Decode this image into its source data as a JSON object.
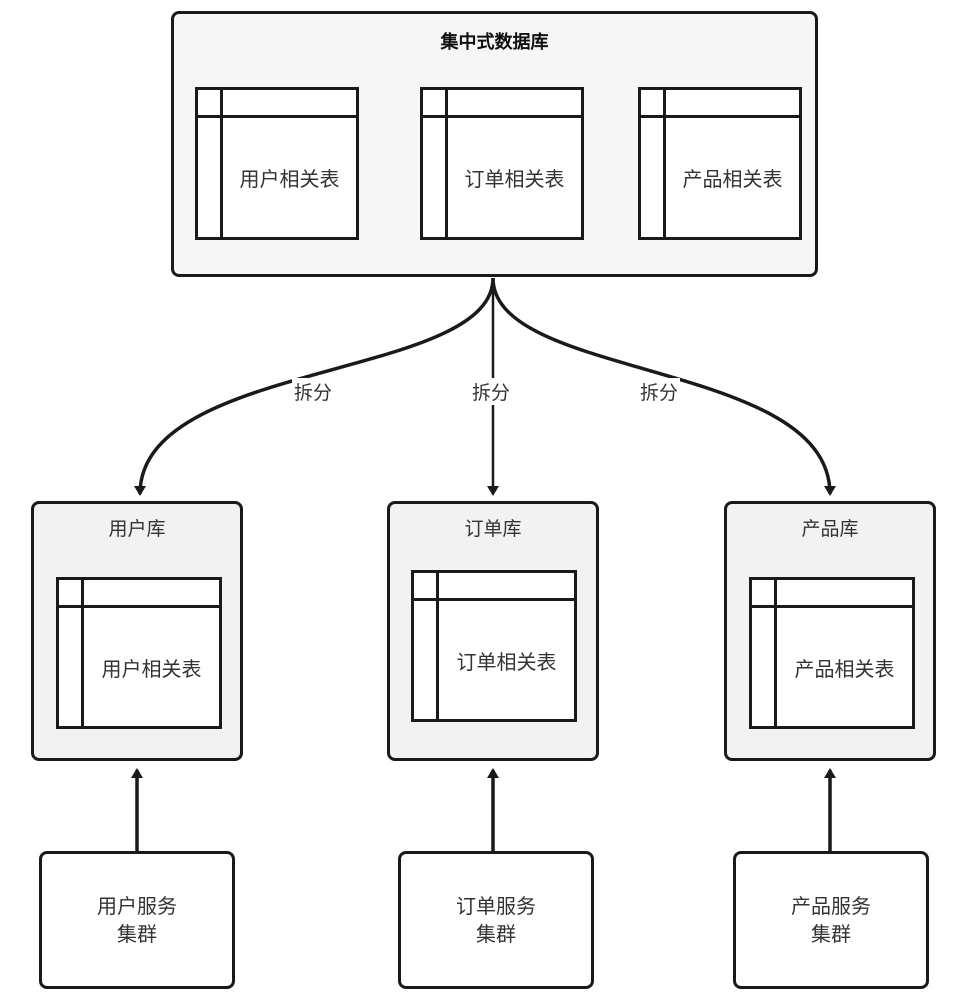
{
  "central_db": {
    "title": "集中式数据库",
    "tables": [
      {
        "label": "用户相关表"
      },
      {
        "label": "订单相关表"
      },
      {
        "label": "产品相关表"
      }
    ]
  },
  "split_edges": [
    {
      "label": "拆分",
      "target": "用户库"
    },
    {
      "label": "拆分",
      "target": "订单库"
    },
    {
      "label": "拆分",
      "target": "产品库"
    }
  ],
  "databases": [
    {
      "title": "用户库",
      "table_label": "用户相关表"
    },
    {
      "title": "订单库",
      "table_label": "订单相关表"
    },
    {
      "title": "产品库",
      "table_label": "产品相关表"
    }
  ],
  "services": [
    {
      "line1": "用户服务",
      "line2": "集群",
      "target": "用户库"
    },
    {
      "line1": "订单服务",
      "line2": "集群",
      "target": "订单库"
    },
    {
      "line1": "产品服务",
      "line2": "集群",
      "target": "产品库"
    }
  ],
  "colors": {
    "stroke": "#1a1a1a",
    "container_fill": "#f2f2f2",
    "table_fill": "#ffffff",
    "text": "#333333"
  }
}
